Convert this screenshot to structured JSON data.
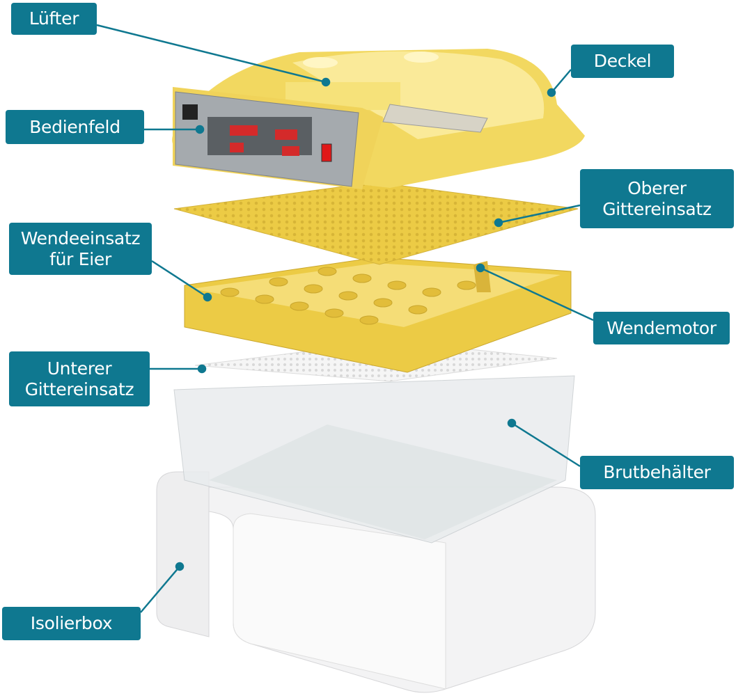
{
  "labels": {
    "luefter": "Lüfter",
    "bedienfeld": "Bedienfeld",
    "deckel": "Deckel",
    "oberer_line1": "Oberer",
    "oberer_line2": "Gittereinsatz",
    "wende_line1": "Wendeeinsatz",
    "wende_line2": "für Eier",
    "wendemotor": "Wendemotor",
    "unterer_line1": "Unterer",
    "unterer_line2": "Gittereinsatz",
    "brutbehaelter": "Brutbehälter",
    "isolierbox": "Isolierbox"
  },
  "colors": {
    "accent": "#0f7890",
    "lid": "#f2d860",
    "tray": "#eccb45",
    "panel": "#9ea3a8",
    "display": "#d42a2a"
  }
}
